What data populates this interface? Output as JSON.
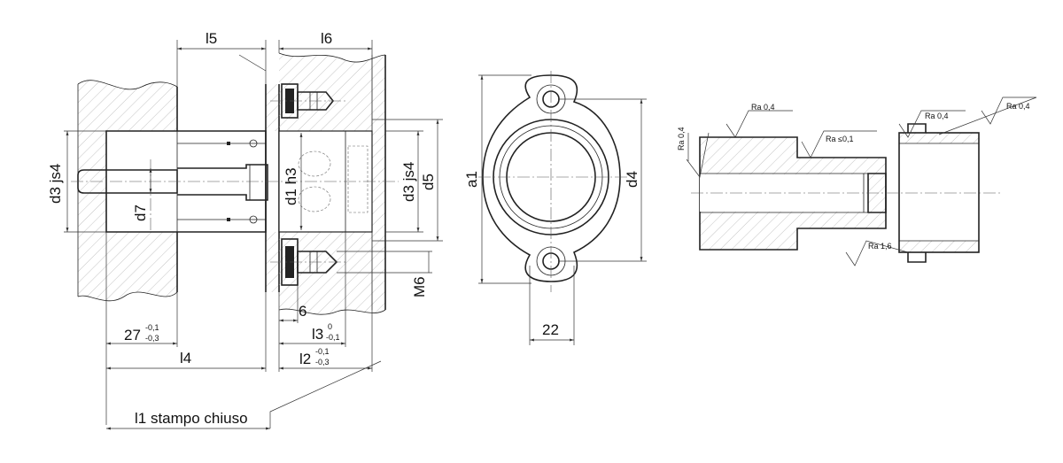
{
  "labels": {
    "l5": "l5",
    "l6": "l6",
    "d3js4_left": "d3 js4",
    "d1h3": "d1 h3",
    "d3js4_right": "d3 js4",
    "d5": "d5",
    "d7": "d7",
    "m6": "M6",
    "six": "6",
    "l3": "l3",
    "l3_tol_upper": "0",
    "l3_tol_lower": "-0,1",
    "dim27": "27",
    "dim27_tol_upper": "-0,1",
    "dim27_tol_lower": "-0,3",
    "l4": "l4",
    "l2": "l2",
    "l2_tol_upper": "-0,1",
    "l2_tol_lower": "-0,3",
    "l1": "l1 stampo chiuso",
    "a1": "a1",
    "d4": "d4",
    "dim22": "22"
  },
  "roughness": {
    "ra_left_vertical": "Ra 0,4",
    "ra_top_left": "Ra 0,4",
    "ra_le": "Ra ≤0,1",
    "ra_bottom": "Ra 1,6",
    "ra_top_mid": "Ra 0,4",
    "ra_top_right": "Ra 0,4"
  },
  "colors": {
    "line": "#222222",
    "background": "#ffffff"
  }
}
